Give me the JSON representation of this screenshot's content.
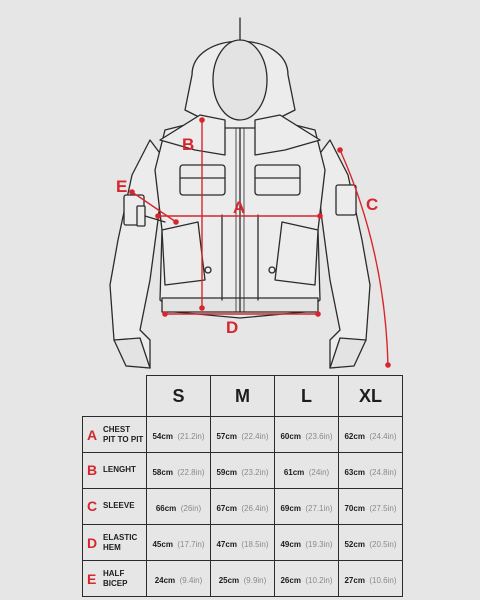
{
  "diagram": {
    "dimension_letters": {
      "a": "A",
      "b": "B",
      "c": "C",
      "d": "D",
      "e": "E"
    }
  },
  "size_table": {
    "sizes": [
      "S",
      "M",
      "L",
      "XL"
    ],
    "rows": [
      {
        "letter": "A",
        "name": "CHEST\nPIT TO PIT",
        "values": [
          {
            "cm": "54cm",
            "inch": "(21.2in)"
          },
          {
            "cm": "57cm",
            "inch": "(22.4in)"
          },
          {
            "cm": "60cm",
            "inch": "(23.6in)"
          },
          {
            "cm": "62cm",
            "inch": "(24.4in)"
          }
        ]
      },
      {
        "letter": "B",
        "name": "LENGHT",
        "values": [
          {
            "cm": "58cm",
            "inch": "(22.8in)"
          },
          {
            "cm": "59cm",
            "inch": "(23.2in)"
          },
          {
            "cm": "61cm",
            "inch": "(24in)"
          },
          {
            "cm": "63cm",
            "inch": "(24.8in)"
          }
        ]
      },
      {
        "letter": "C",
        "name": "SLEEVE",
        "values": [
          {
            "cm": "66cm",
            "inch": "(26in)"
          },
          {
            "cm": "67cm",
            "inch": "(26.4in)"
          },
          {
            "cm": "69cm",
            "inch": "(27.1in)"
          },
          {
            "cm": "70cm",
            "inch": "(27.5in)"
          }
        ]
      },
      {
        "letter": "D",
        "name": "ELASTIC\nHEM",
        "values": [
          {
            "cm": "45cm",
            "inch": "(17.7in)"
          },
          {
            "cm": "47cm",
            "inch": "(18.5in)"
          },
          {
            "cm": "49cm",
            "inch": "(19.3in)"
          },
          {
            "cm": "52cm",
            "inch": "(20.5in)"
          }
        ]
      },
      {
        "letter": "E",
        "name": "HALF\nBICEP",
        "values": [
          {
            "cm": "24cm",
            "inch": "(9.4in)"
          },
          {
            "cm": "25cm",
            "inch": "(9.9in)"
          },
          {
            "cm": "26cm",
            "inch": "(10.2in)"
          },
          {
            "cm": "27cm",
            "inch": "(10.6in)"
          }
        ]
      }
    ]
  },
  "colors": {
    "accent": "#d7262e",
    "background": "#e6e6e6",
    "line": "#2b2b2b"
  }
}
